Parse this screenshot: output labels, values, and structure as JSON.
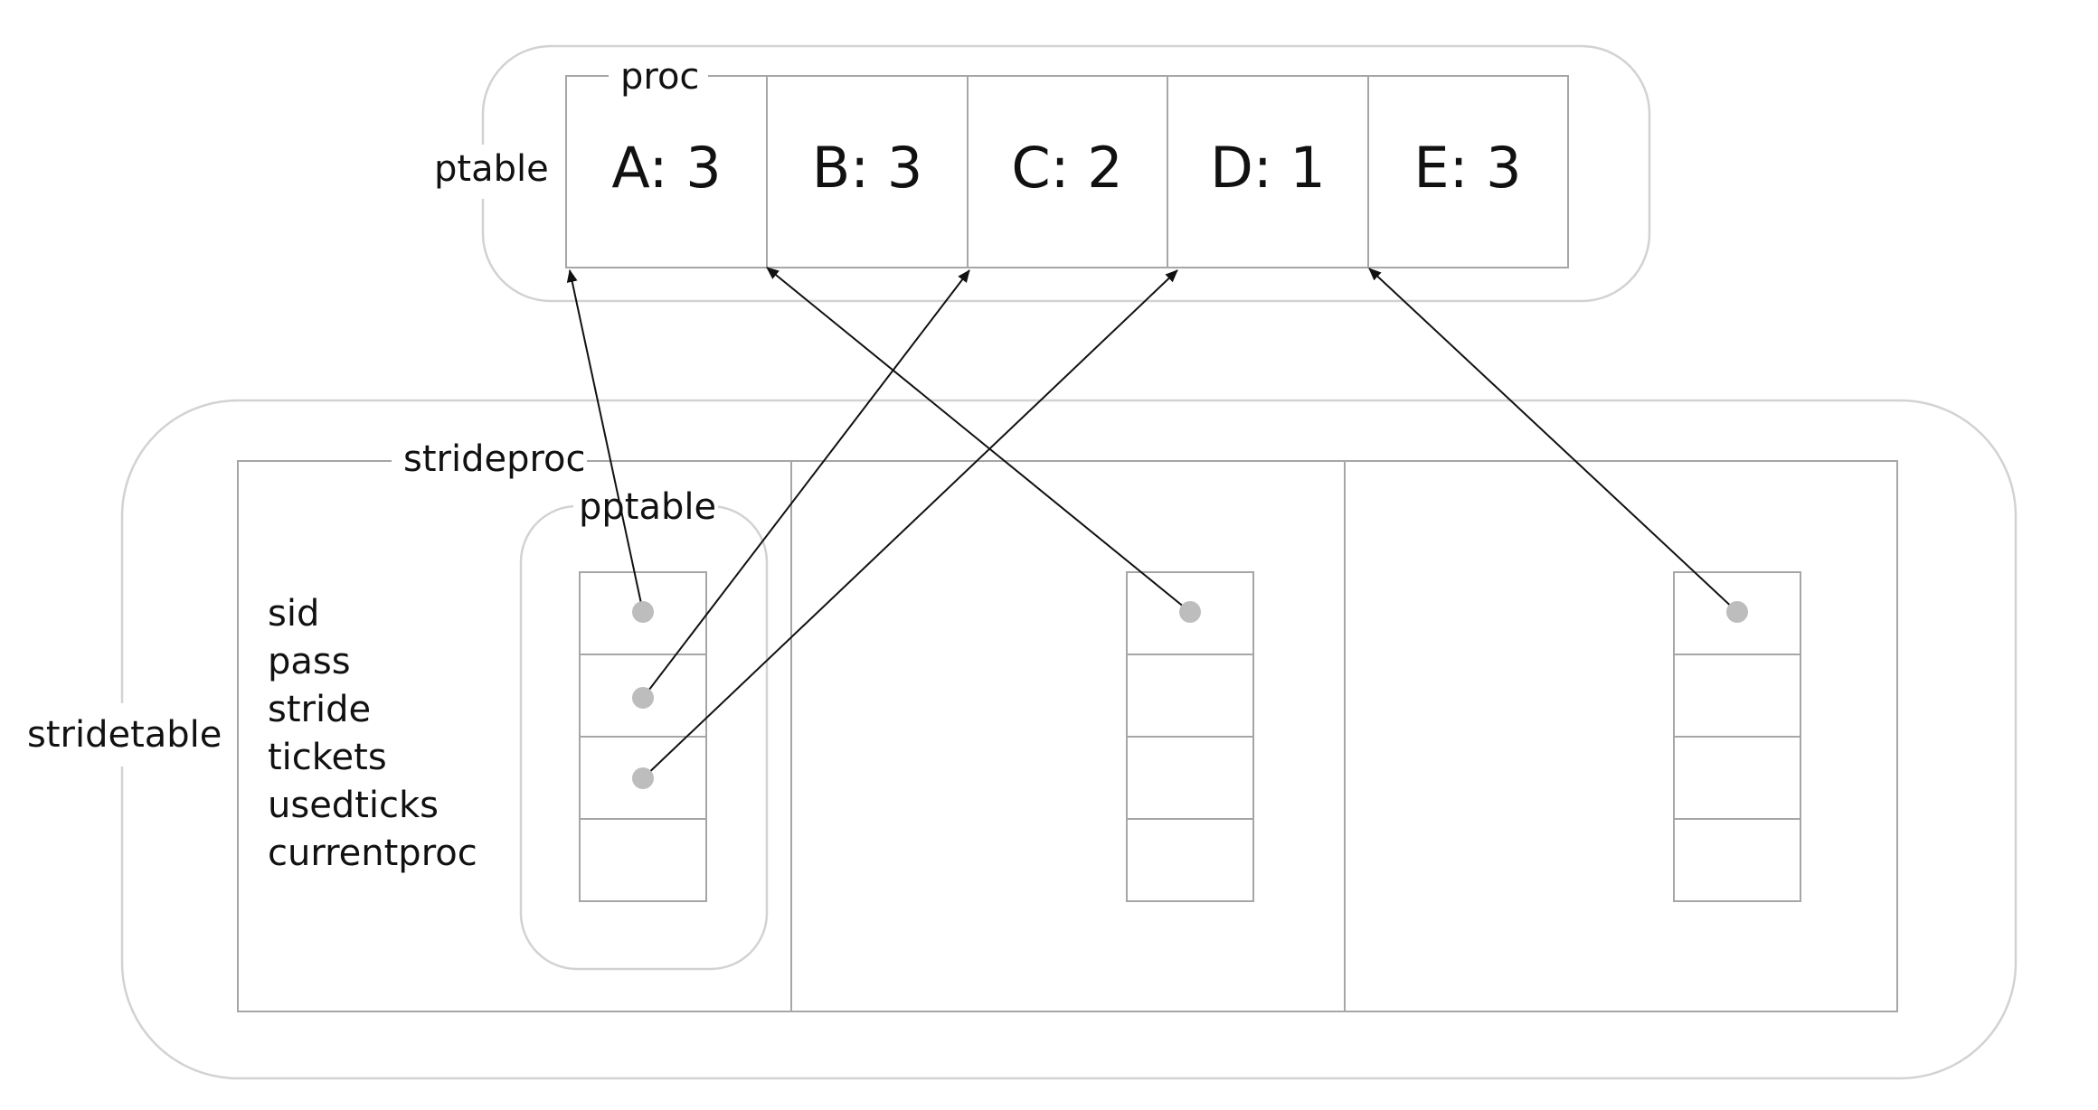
{
  "ptable_label": "ptable",
  "proc_label": "proc",
  "procs": [
    {
      "label": "A: 3"
    },
    {
      "label": "B: 3"
    },
    {
      "label": "C: 2"
    },
    {
      "label": "D: 1"
    },
    {
      "label": "E: 3"
    }
  ],
  "stridetable_label": "stridetable",
  "strideproc_label": "strideproc",
  "pptable_label": "pptable",
  "fields": [
    "sid",
    "pass",
    "stride",
    "tickets",
    "usedticks",
    "currentproc"
  ],
  "colors": {
    "box_stroke": "#a6a6a6",
    "container_stroke": "#d2d2d2",
    "pointer_dot": "#bdbdbd",
    "arrow": "#111111"
  }
}
